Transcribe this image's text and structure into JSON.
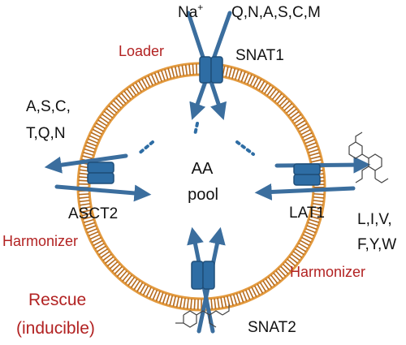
{
  "colors": {
    "membrane": "#E39A3E",
    "membrane_dark": "#B56A1E",
    "transporter": "#2E6DA4",
    "transporter_dark": "#1F4E79",
    "arrow": "#3B6E9E",
    "dotted": "#2E6DA4",
    "role_text": "#B22222",
    "label_text": "#111111",
    "molecule": "#444444"
  },
  "center": {
    "line1": "AA",
    "line2": "pool"
  },
  "top": {
    "ion": "Na",
    "ion_charge": "+",
    "substrates": "Q,N,A,S,C,M",
    "role": "Loader",
    "transporter": "SNAT1"
  },
  "left": {
    "substrates_line1": "A,S,C,",
    "substrates_line2": "T,Q,N",
    "transporter": "ASCT2",
    "role": "Harmonizer"
  },
  "right": {
    "transporter": "LAT1",
    "substrates_line1": "L,I,V,",
    "substrates_line2": "F,Y,W",
    "role": "Harmonizer"
  },
  "bottom": {
    "role_line1": "Rescue",
    "role_line2": "(inducible)",
    "transporter": "SNAT2"
  },
  "icons": {
    "membrane": "lipid-bilayer-ring",
    "transporter": "transporter-protein",
    "molecule": "amino-acid-structure"
  }
}
